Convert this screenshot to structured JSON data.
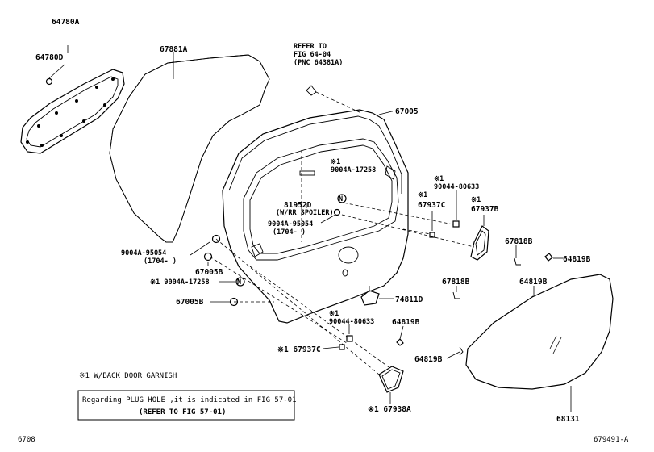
{
  "labels": {
    "p64780A": "64780A",
    "p64780D": "64780D",
    "p67881A": "67881A",
    "refer_l1": "REFER TO",
    "refer_l2": "FIG 64-04",
    "refer_l3": "(PNC 64381A)",
    "p67005": "67005",
    "star1_a": "※1",
    "p9004A_17258_top": "9004A-17258",
    "p81952D": "81952D",
    "p81952D_note": "(W/RR SPOILER)",
    "p9004A_95054_c": "9004A-95054",
    "p9004A_95054_c_note": "(1704-    )",
    "star1_b": "※1",
    "p90044_80633_top": "90044-80633",
    "star1_c": "※1",
    "p67937C_top": "67937C",
    "star1_d": "※1",
    "p67937B": "67937B",
    "p9004A_95054_l": "9004A-95054",
    "p9004A_95054_l_note": "(1704-    )",
    "p67005B_top": "67005B",
    "p9004A_17258_l": "※1 9004A-17258",
    "p67005B_bot": "67005B",
    "p67818B_r": "67818B",
    "p64819B_r": "64819B",
    "p67818B_m": "67818B",
    "p64819B_m": "64819B",
    "p74811D": "74811D",
    "star1_e": "※1",
    "p90044_80633_bot": "90044-80633",
    "p64819B_c": "64819B",
    "p67937C_bot": "※1 67937C",
    "p64819B_b": "64819B",
    "p67938A": "※1 67938A",
    "p68131": "68131"
  },
  "footnote": "※1  W/BACK DOOR GARNISH",
  "notebox_l1": "Regarding PLUG HOLE ,it is indicated in FIG 57-01",
  "notebox_l2": "(REFER TO FIG 57-01)",
  "footer_left": "6708",
  "footer_right": "679491-A"
}
